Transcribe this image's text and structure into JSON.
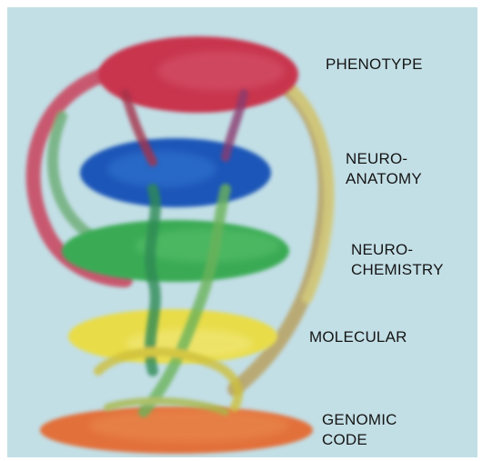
{
  "labels": {
    "phenotype": "PHENOTYPE",
    "neuroanatomy": [
      "NEURO-",
      "ANATOMY"
    ],
    "neurochemistry": [
      "NEURO-",
      "CHEMISTRY"
    ],
    "molecular": "MOLECULAR",
    "genomic_code": [
      "GENOMIC",
      "CODE"
    ]
  },
  "colors": {
    "background": "#c3dfe6",
    "phenotype_layer": "#c8344e",
    "neuroanatomy_layer": "#1a56b8",
    "neurochemistry_layer": "#3aaa55",
    "molecular_layer": "#e8dc4a",
    "genomic_layer": "#e2703a",
    "label_text": "#151515"
  }
}
